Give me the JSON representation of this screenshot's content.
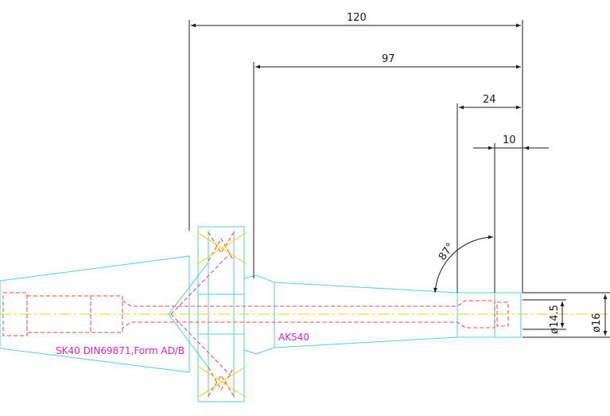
{
  "dimensions": {
    "d120": "120",
    "d97": "97",
    "d24": "24",
    "d10": "10",
    "angle": "87°",
    "dia145": "ø14.5",
    "dia16": "ø16"
  },
  "labels": {
    "spec": "SK40 DIN69871,Form AD/B",
    "model": "AK540"
  },
  "colors": {
    "outline": "#4fd0e0",
    "hidden": "#ff4040",
    "centerline": "#e8d800",
    "text_pink": "#e020d0",
    "dimension": "#1a1a1a"
  }
}
